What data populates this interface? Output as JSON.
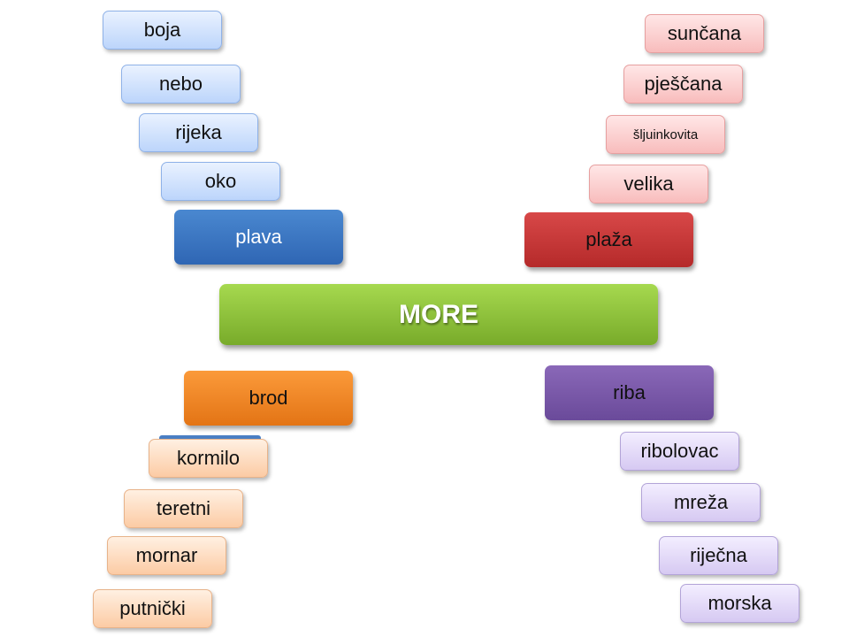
{
  "center": {
    "label": "MORE"
  },
  "blue": {
    "main": "plava",
    "words": [
      "boja",
      "nebo",
      "rijeka",
      "oko"
    ]
  },
  "red": {
    "main": "plaža",
    "words": [
      "sunčana",
      "pješčana",
      "šljuinkovita",
      "velika"
    ]
  },
  "orange": {
    "main": "brod",
    "words": [
      "kormilo",
      "teretni",
      "mornar",
      "putnički"
    ]
  },
  "purple": {
    "main": "riba",
    "words": [
      "ribolovac",
      "mreža",
      "riječna",
      "morska"
    ]
  },
  "colors": {
    "center": "#8cc63f",
    "blue": "#3a75c4",
    "red": "#c0393b",
    "orange": "#f08a24",
    "purple": "#7b5aa6"
  }
}
